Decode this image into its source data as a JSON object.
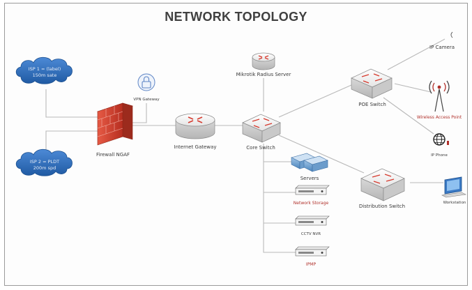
{
  "title": "NETWORK TOPOLOGY",
  "nodes": {
    "isp1": {
      "line1": "ISP 1 = (label)",
      "line2": "150m sate"
    },
    "isp2": {
      "line1": "ISP 2 = PLDT",
      "line2": "200m spd"
    },
    "vpn": "VPN Gateway",
    "firewall": "Firewall NGAF",
    "internet_gateway": "Internet Gateway",
    "radius": "Mikrotik Radius Server",
    "core_switch": "Core Switch",
    "poe_switch": "POE Switch",
    "ip_camera": "IP Camera",
    "wireless_ap": "Wireless Access Point",
    "ip_phone": "IP Phone",
    "servers": "Servers",
    "network_storage": "Network Storage",
    "cctv_nvr": "CCTV NVR",
    "ipmp": "IPMP",
    "distribution_switch": "Distribution Switch",
    "workstation": "Workstation"
  },
  "colors": {
    "cloud": "#2f6fbd",
    "firewall": "#d13b2a",
    "router_arrows": "#d63a2e",
    "label_red": "#b0302a",
    "link": "#b9b9b9"
  }
}
